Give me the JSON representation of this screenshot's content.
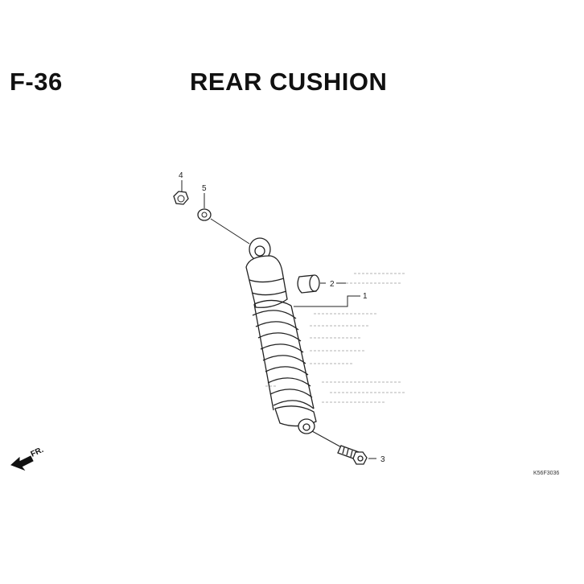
{
  "header": {
    "code": "F-36",
    "title": "REAR CUSHION"
  },
  "callouts": [
    {
      "id": "part-1",
      "label": "1"
    },
    {
      "id": "part-2",
      "label": "2"
    },
    {
      "id": "part-3",
      "label": "3"
    },
    {
      "id": "part-4",
      "label": "4"
    },
    {
      "id": "part-5",
      "label": "5"
    }
  ],
  "front_indicator": {
    "label": "FR."
  },
  "reference_code": "K56F3036",
  "colors": {
    "line": "#222222",
    "background": "#ffffff"
  }
}
